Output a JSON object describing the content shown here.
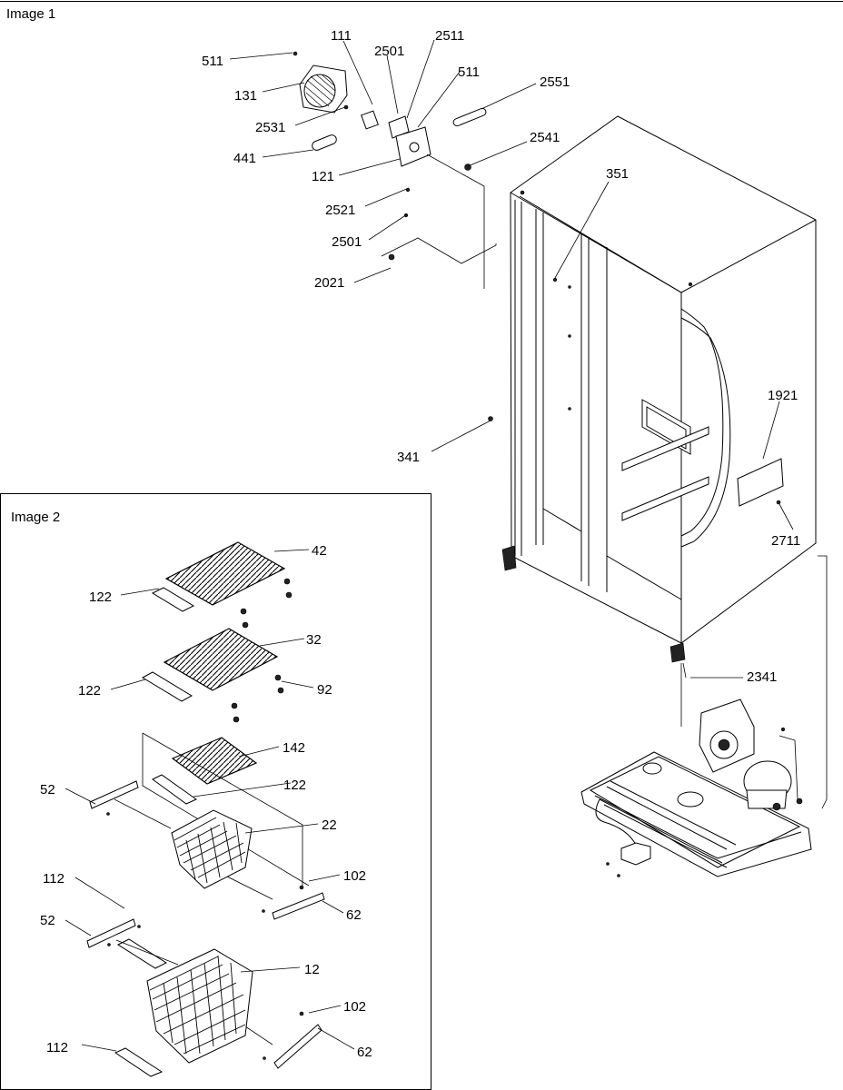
{
  "panels": {
    "image1_title": "Image 1",
    "image2_title": "Image 2"
  },
  "callouts": {
    "c511a": "511",
    "c111": "111",
    "c2501a": "2501",
    "c2511": "2511",
    "c511b": "511",
    "c131": "131",
    "c2551": "2551",
    "c2531": "2531",
    "c441": "441",
    "c2541": "2541",
    "c121": "121",
    "c2521": "2521",
    "c351": "351",
    "c2501b": "2501",
    "c2021": "2021",
    "c1921": "1921",
    "c341": "341",
    "c2711": "2711",
    "c2341": "2341",
    "c42": "42",
    "c122a": "122",
    "c32": "32",
    "c122b": "122",
    "c92": "92",
    "c142": "142",
    "c122c": "122",
    "c52a": "52",
    "c22": "22",
    "c102a": "102",
    "c62a": "62",
    "c112a": "112",
    "c52b": "52",
    "c12": "12",
    "c102b": "102",
    "c112b": "112",
    "c62b": "62"
  }
}
